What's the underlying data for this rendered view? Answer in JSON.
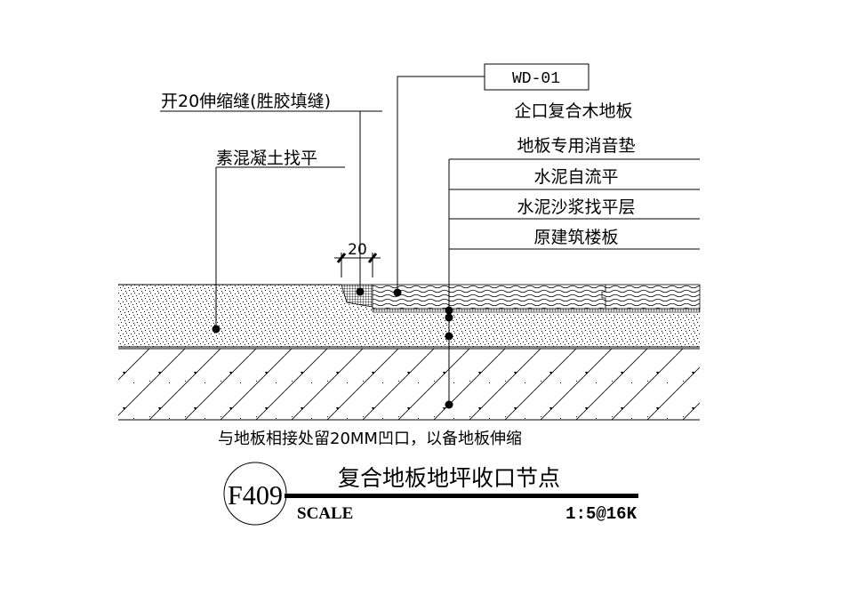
{
  "drawing": {
    "callouts": {
      "expansion_joint": "开20伸缩缝(胜胶填缝)",
      "concrete_leveling": "素混凝土找平",
      "material_code": "WD-01",
      "layers": [
        "企口复合木地板",
        "地板专用消音垫",
        "水泥自流平",
        "水泥沙浆找平层",
        "原建筑楼板"
      ]
    },
    "dimension": "20",
    "note": "与地板相接处留20MM凹口，以备地板伸缩"
  },
  "title_block": {
    "number": "F409",
    "title": "复合地板地坪收口节点",
    "scale_label": "SCALE",
    "scale_value": "1:5@16K"
  }
}
